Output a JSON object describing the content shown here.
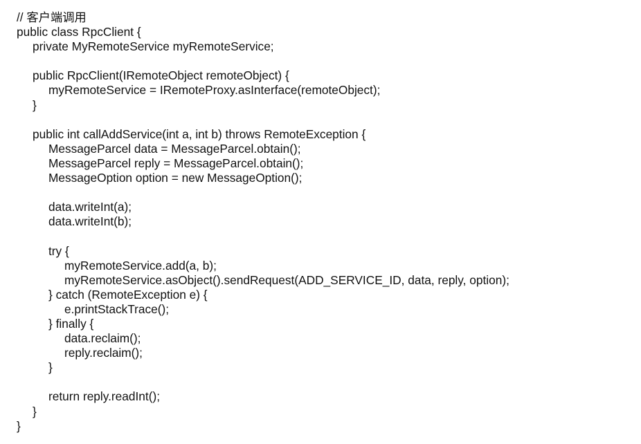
{
  "code": {
    "lines": [
      {
        "indent": 0,
        "text": "// 客户端调用"
      },
      {
        "indent": 0,
        "text": "public class RpcClient {"
      },
      {
        "indent": 1,
        "text": "private MyRemoteService myRemoteService;"
      },
      {
        "indent": 0,
        "text": ""
      },
      {
        "indent": 1,
        "text": "public RpcClient(IRemoteObject remoteObject) {"
      },
      {
        "indent": 2,
        "text": "myRemoteService = IRemoteProxy.asInterface(remoteObject);"
      },
      {
        "indent": 1,
        "text": "}"
      },
      {
        "indent": 0,
        "text": ""
      },
      {
        "indent": 1,
        "text": "public int callAddService(int a, int b) throws RemoteException {"
      },
      {
        "indent": 2,
        "text": "MessageParcel data = MessageParcel.obtain();"
      },
      {
        "indent": 2,
        "text": "MessageParcel reply = MessageParcel.obtain();"
      },
      {
        "indent": 2,
        "text": "MessageOption option = new MessageOption();"
      },
      {
        "indent": 0,
        "text": ""
      },
      {
        "indent": 2,
        "text": "data.writeInt(a);"
      },
      {
        "indent": 2,
        "text": "data.writeInt(b);"
      },
      {
        "indent": 0,
        "text": ""
      },
      {
        "indent": 2,
        "text": "try {"
      },
      {
        "indent": 3,
        "text": "myRemoteService.add(a, b);"
      },
      {
        "indent": 3,
        "text": "myRemoteService.asObject().sendRequest(ADD_SERVICE_ID, data, reply, option);"
      },
      {
        "indent": 2,
        "text": "} catch (RemoteException e) {"
      },
      {
        "indent": 3,
        "text": "e.printStackTrace();"
      },
      {
        "indent": 2,
        "text": "} finally {"
      },
      {
        "indent": 3,
        "text": "data.reclaim();"
      },
      {
        "indent": 3,
        "text": "reply.reclaim();"
      },
      {
        "indent": 2,
        "text": "}"
      },
      {
        "indent": 0,
        "text": ""
      },
      {
        "indent": 2,
        "text": "return reply.readInt();"
      },
      {
        "indent": 1,
        "text": "}"
      },
      {
        "indent": 0,
        "text": "}"
      }
    ]
  }
}
